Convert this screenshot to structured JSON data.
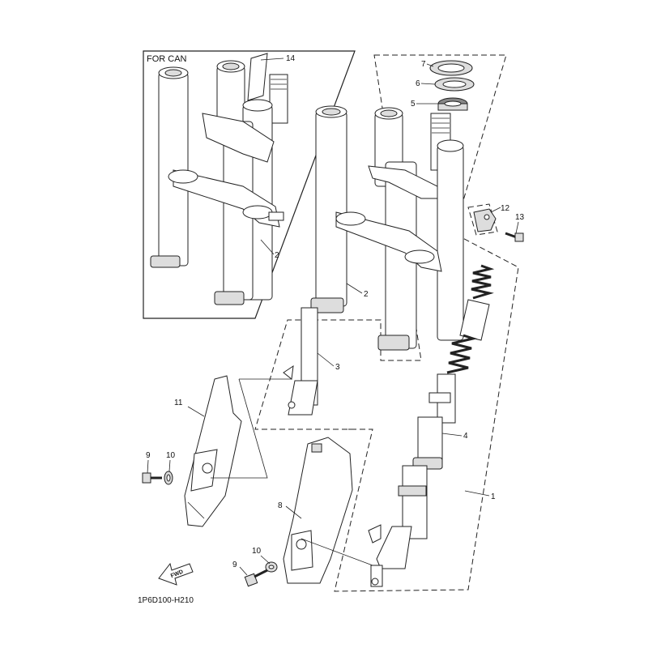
{
  "inset_title": "FOR CAN",
  "diagram_code": "1P6D100-H210",
  "fwd_label": "FWD",
  "callouts": {
    "c1": "1",
    "c2a": "2",
    "c2b": "2",
    "c3": "3",
    "c4": "4",
    "c5": "5",
    "c6": "6",
    "c7": "7",
    "c8": "8",
    "c9a": "9",
    "c9b": "9",
    "c10a": "10",
    "c10b": "10",
    "c11": "11",
    "c12": "12",
    "c13": "13",
    "c14": "14"
  }
}
